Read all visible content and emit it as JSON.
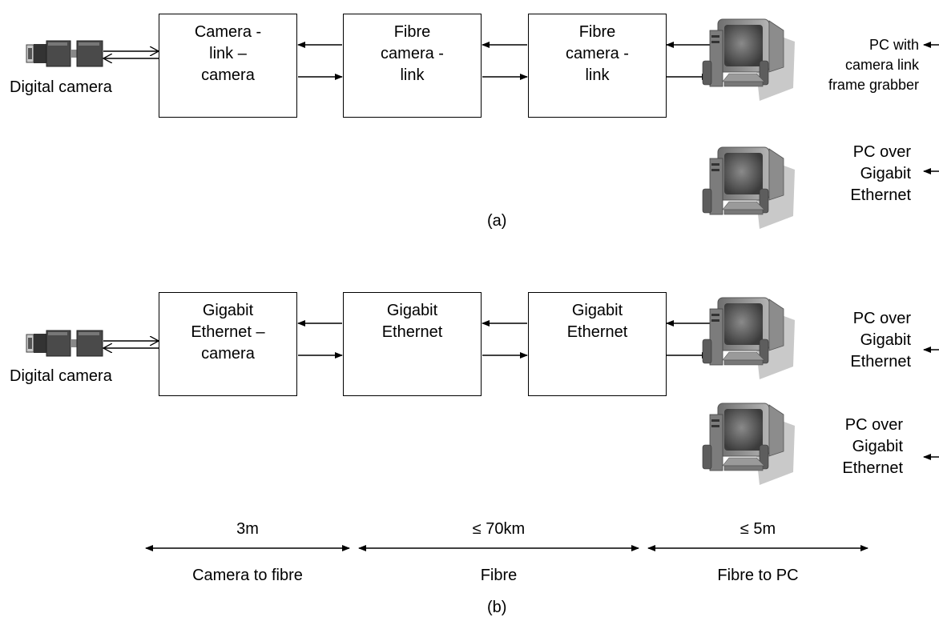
{
  "panel_a": {
    "caption": "(a)",
    "camera_label": "Digital camera",
    "boxes": [
      [
        "Camera -",
        "link –",
        "camera"
      ],
      [
        "Fibre",
        "camera -",
        "link"
      ],
      [
        "Fibre",
        "camera -",
        "link"
      ]
    ],
    "pc_top_label": [
      "PC with",
      "camera link",
      "frame grabber"
    ],
    "pc_bottom_label": [
      "PC over",
      "Gigabit",
      "Ethernet"
    ]
  },
  "panel_b": {
    "caption": "(b)",
    "camera_label": "Digital camera",
    "boxes": [
      [
        "Gigabit",
        "Ethernet –",
        "camera"
      ],
      [
        "Gigabit",
        "Ethernet"
      ],
      [
        "Gigabit",
        "Ethernet"
      ]
    ],
    "pc_top_label": [
      "PC over",
      "Gigabit",
      "Ethernet"
    ],
    "pc_bottom_label": [
      "PC over",
      "Gigabit",
      "Ethernet"
    ]
  },
  "distances": [
    {
      "value": "3m",
      "label": "Camera to fibre"
    },
    {
      "value": "≤ 70km",
      "label": "Fibre"
    },
    {
      "value": "≤ 5m",
      "label": "Fibre to PC"
    }
  ],
  "colors": {
    "line": "#000000",
    "camera_dark": "#4a4a4a",
    "camera_light": "#d0d0d0",
    "pc_body": "#9a9a9a",
    "pc_shadow": "#c8c8c8",
    "pc_screen": "#555555"
  }
}
